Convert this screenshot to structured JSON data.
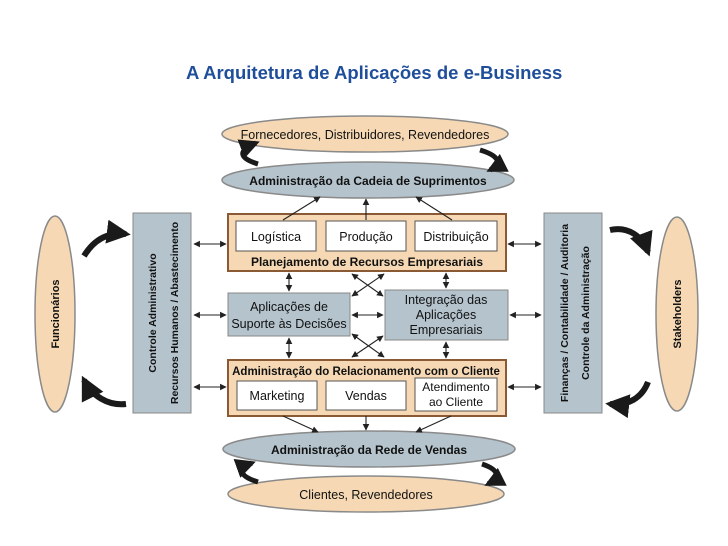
{
  "title": "A Arquitetura de Aplicações de e-Business",
  "colors": {
    "title": "#1f4e9a",
    "tan_fill": "#f6d9b4",
    "gray_fill": "#b4c3cc",
    "brown_border": "#8a5a35",
    "box_fill": "#ffffff"
  },
  "nodes": {
    "suppliers": "Fornecedores, Distribuidores, Revendedores",
    "supply_chain": "Administração da Cadeia de Suprimentos",
    "logistics": "Logística",
    "production": "Produção",
    "distribution": "Distribuição",
    "erp": "Planejamento de Recursos Empresariais",
    "decision_support_line1": "Aplicações de",
    "decision_support_line2": "Suporte às Decisões",
    "integration_line1": "Integração das",
    "integration_line2": "Aplicações",
    "integration_line3": "Empresariais",
    "crm": "Administração do Relacionamento com o Cliente",
    "marketing": "Marketing",
    "sales": "Vendas",
    "customer_service_line1": "Atendimento",
    "customer_service_line2": "ao Cliente",
    "sales_network": "Administração da Rede de Vendas",
    "customers": "Clientes, Revendedores",
    "employees": "Funcionários",
    "admin_control_line1": "Controle Administrativo",
    "admin_control_line2": "Recursos Humanos / Abastecimento",
    "finance_line1": "Finanças / Contabilidade / Auditoria",
    "finance_line2": "Controle da Administração",
    "stakeholders": "Stakeholders"
  }
}
